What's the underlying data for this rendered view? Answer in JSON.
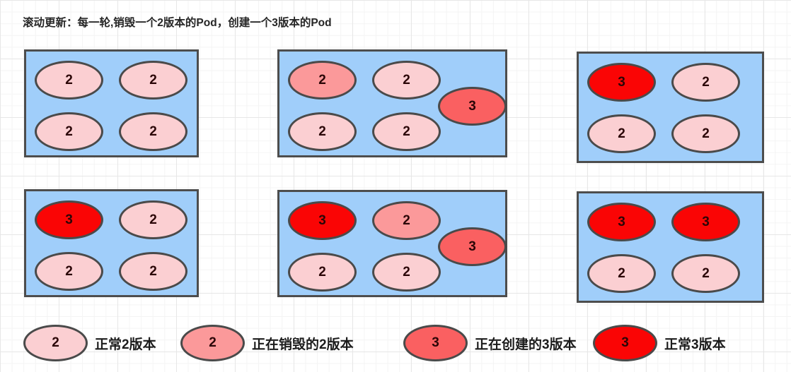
{
  "title": "滚动更新：每一轮,销毁一个2版本的Pod，创建一个3版本的Pod",
  "colors": {
    "normal_v2": "#FBCFD2",
    "destroying_v2": "#FB999A",
    "creating_v3": "#FA6061",
    "normal_v3": "#FA0505",
    "box_fill": "#A0CEFA",
    "stroke": "#4D4D4D"
  },
  "boxes": [
    {
      "name": "state-1",
      "pods": [
        {
          "label": "2",
          "type": "normal_v2"
        },
        {
          "label": "2",
          "type": "normal_v2"
        },
        {
          "label": "2",
          "type": "normal_v2"
        },
        {
          "label": "2",
          "type": "normal_v2"
        }
      ]
    },
    {
      "name": "state-2",
      "pods": [
        {
          "label": "2",
          "type": "destroying_v2"
        },
        {
          "label": "2",
          "type": "normal_v2"
        },
        {
          "label": "2",
          "type": "normal_v2"
        },
        {
          "label": "2",
          "type": "normal_v2"
        },
        {
          "label": "3",
          "type": "creating_v3"
        }
      ]
    },
    {
      "name": "state-3",
      "pods": [
        {
          "label": "3",
          "type": "normal_v3"
        },
        {
          "label": "2",
          "type": "normal_v2"
        },
        {
          "label": "2",
          "type": "normal_v2"
        },
        {
          "label": "2",
          "type": "normal_v2"
        }
      ]
    },
    {
      "name": "state-4",
      "pods": [
        {
          "label": "3",
          "type": "normal_v3"
        },
        {
          "label": "2",
          "type": "normal_v2"
        },
        {
          "label": "2",
          "type": "normal_v2"
        },
        {
          "label": "2",
          "type": "normal_v2"
        }
      ]
    },
    {
      "name": "state-5",
      "pods": [
        {
          "label": "3",
          "type": "normal_v3"
        },
        {
          "label": "2",
          "type": "destroying_v2"
        },
        {
          "label": "2",
          "type": "normal_v2"
        },
        {
          "label": "2",
          "type": "normal_v2"
        },
        {
          "label": "3",
          "type": "creating_v3"
        }
      ]
    },
    {
      "name": "state-6",
      "pods": [
        {
          "label": "3",
          "type": "normal_v3"
        },
        {
          "label": "3",
          "type": "normal_v3"
        },
        {
          "label": "2",
          "type": "normal_v2"
        },
        {
          "label": "2",
          "type": "normal_v2"
        }
      ]
    }
  ],
  "legend": [
    {
      "label": "2",
      "type": "normal_v2",
      "text": "正常2版本"
    },
    {
      "label": "2",
      "type": "destroying_v2",
      "text": "正在销毁的2版本"
    },
    {
      "label": "3",
      "type": "creating_v3",
      "text": "正在创建的3版本"
    },
    {
      "label": "3",
      "type": "normal_v3",
      "text": "正常3版本"
    }
  ]
}
